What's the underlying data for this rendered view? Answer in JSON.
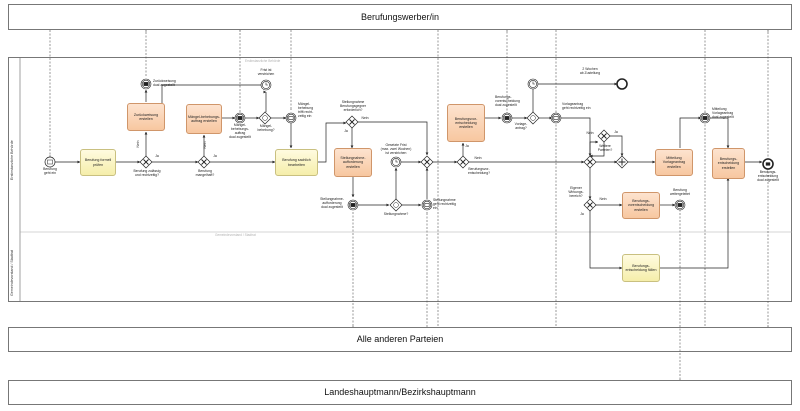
{
  "pools": {
    "top": "Berufungswerber/in",
    "middle": "Alle anderen Parteien",
    "bottom": "Landeshauptmann/Bezirkshauptmann",
    "lane1": "Erstinstanzliche Behörde",
    "lane2": "Gemeindevorstand / Stadtrat",
    "lane1_ghost": "Erstinstanzliche Behörde",
    "lane2_ghost": "Gemeindevorstand / Stadtrat"
  },
  "tasks": {
    "t1": "Berufung formell prüfen",
    "t2": "Zurückweisung erstellen",
    "t3": "Mängel-behebungs-auftrag erstellen",
    "t4": "Berufung sachlich bearbeiten",
    "t5": "Stellungnahme-aufforderung erstellen",
    "t6": "Berufungsvor-entscheidung erstellen",
    "t7": "Mitteilung Vorlageantrag erstellen",
    "t8": "Berufungs-vorentscheidung erstellen",
    "t9": "Berufungs-entscheidung fällen",
    "t10": "Berufungs-entscheidung erstellen"
  },
  "labels": {
    "start": "Berufung\ngeht ein",
    "g1": "Berufung zulässig\nund rechtzeitig?",
    "g2": "Berufung\nmangelhaft?",
    "ja": "Ja",
    "nein": "Nein",
    "m_zurueck": "Zurückweisung\ndual zugestellt",
    "m_maengel": "Mängel-\nbehebungs-\nauftrag\ndual zugestellt",
    "frist": "Frist ist\nverstrichen",
    "g_maengel": "Mängel-\nbehebung?",
    "maengel_erfolgt": "Mängel-\nbehebung\ntrifft recht-\nzeitig ein",
    "stellung_erf": "Stellungnahme\nBerufungsgegner\nerforderlich?",
    "m_stellung_dual": "Stellungnahme-\naufforderung\ndual zugestellt",
    "gesetzte_frist": "Gesetzte Frist\n(max. zwei Wochen)\nist verstrichen",
    "stellungnahme": "Stellungnahme?",
    "stellung_ein": "Stellungnahme\ngeht rechtzeitig\nein",
    "bve_q": "Berufungsvor-\nentscheidung?",
    "m_bve_dual": "Berufungs-\nvorentscheidung\ndual zugestellt",
    "vorlage": "Vorlage-\nantrag?",
    "zwei_wochen": "2 Wochen\nab Zustellung",
    "vorlage_ein": "Vorlageantrag\ngeht rechtzeitig ein",
    "weitere": "Weitere\nParteien?",
    "m_mitteilung": "Mitteilung\nVorlageantrag\ndual zugestellt",
    "m_be_dual": "Berufungs-\nentscheidung\ndual zugestellt",
    "eigener": "Eigener\nWirkungs-\nbereich?",
    "m_weiter": "Berufung\nweitergeleitet"
  }
}
